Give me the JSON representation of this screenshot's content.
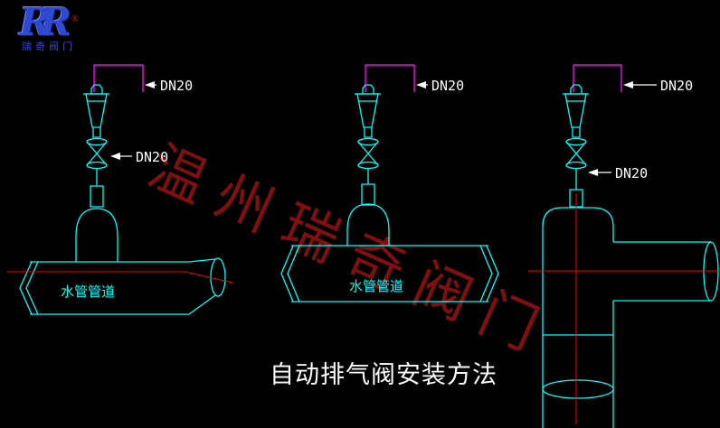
{
  "colors": {
    "background": "#000000",
    "pipe_cyan": "#00ffff",
    "inlet_magenta": "#ff00ff",
    "label_white": "#ffffff",
    "centerline_red": "#ff0000",
    "watermark_red": "#8e1212",
    "logo_blue": "#2f49d0"
  },
  "logo": {
    "monogram": "RR",
    "registered_mark": "®",
    "company": "瑞奇阀门"
  },
  "watermark": "温州瑞奇阀门",
  "title": "自动排气阀安装方法",
  "diagram1": {
    "inlet_label": "DN20",
    "valve_label": "DN20",
    "pipe_label": "水管管道"
  },
  "diagram2": {
    "inlet_label": "DN20",
    "pipe_label": "水管管道"
  },
  "diagram3": {
    "inlet_label": "DN20",
    "valve_label": "DN20"
  }
}
